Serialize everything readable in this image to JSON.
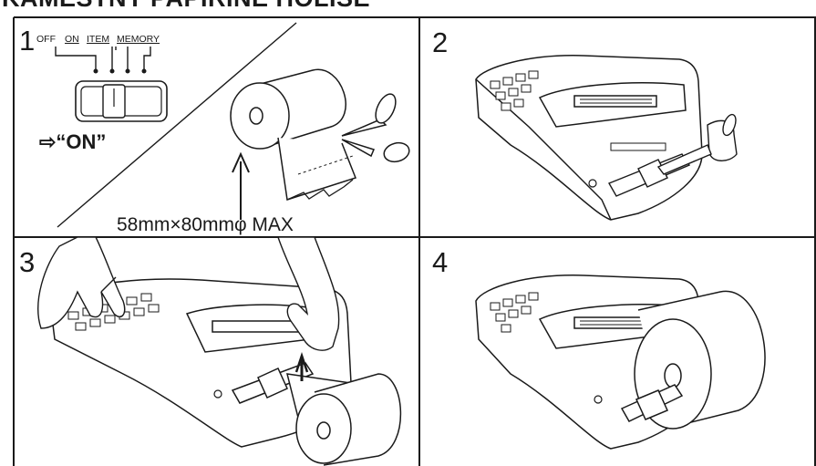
{
  "header": {
    "title": "KAMESTNY PAPIRINE HOLISE"
  },
  "panels": [
    {
      "number": "1",
      "switch_positions": [
        "OFF",
        "ON",
        "ITEM",
        "MEMORY"
      ],
      "instruction": "⇨“ON”",
      "paper_size": "58mm×80mmφ MAX"
    },
    {
      "number": "2"
    },
    {
      "number": "3"
    },
    {
      "number": "4"
    }
  ],
  "colors": {
    "ink": "#1a1a1a",
    "background": "#ffffff"
  }
}
